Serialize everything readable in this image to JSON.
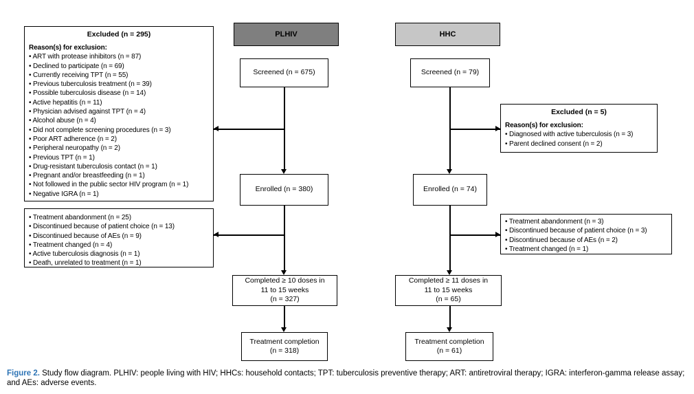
{
  "figure": {
    "columns": {
      "plhiv": {
        "header": "PLHIV",
        "screened": "Screened (n = 675)",
        "enrolled": "Enrolled (n = 380)",
        "completed": [
          "Completed ≥ 10 doses in",
          "11 to 15 weeks",
          "(n = 327)"
        ],
        "completion": [
          "Treatment completion",
          "(n = 318)"
        ]
      },
      "hhc": {
        "header": "HHC",
        "screened": "Screened (n = 79)",
        "enrolled": "Enrolled (n = 74)",
        "completed": [
          "Completed ≥ 11 doses in",
          "11 to 15 weeks",
          "(n = 65)"
        ],
        "completion": [
          "Treatment completion",
          "(n = 61)"
        ]
      }
    },
    "excluded_plhiv": {
      "title": "Excluded (n = 295)",
      "subtitle": "Reason(s) for exclusion:",
      "reasons": [
        "ART with protease inhibitors (n = 87)",
        "Declined to participate (n = 69)",
        "Currently receiving TPT (n = 55)",
        "Previous tuberculosis treatment (n = 39)",
        "Possible tuberculosis disease (n = 14)",
        "Active hepatitis (n = 11)",
        "Physician advised against TPT (n = 4)",
        "Alcohol abuse (n = 4)",
        "Did not complete screening procedures (n = 3)",
        "Poor ART adherence (n = 2)",
        "Peripheral neuropathy (n = 2)",
        "Previous TPT (n = 1)",
        "Drug-resistant tuberculosis contact (n = 1)",
        "Pregnant and/or breastfeeding (n = 1)",
        "Not followed in the public sector HIV program (n = 1)",
        "Negative IGRA (n = 1)"
      ]
    },
    "excluded_hhc": {
      "title": "Excluded (n = 5)",
      "subtitle": "Reason(s) for exclusion:",
      "reasons": [
        "Diagnosed with active tuberculosis (n = 3)",
        "Parent declined consent (n = 2)"
      ]
    },
    "discontinued_plhiv": {
      "reasons": [
        "Treatment abandonment (n = 25)",
        "Discontinued because of patient choice (n = 13)",
        "Discontinued because of AEs (n = 9)",
        "Treatment changed (n = 4)",
        "Active tuberculosis diagnosis (n = 1)",
        "Death, unrelated to treatment (n = 1)"
      ]
    },
    "discontinued_hhc": {
      "reasons": [
        "Treatment abandonment (n = 3)",
        "Discontinued because of patient choice (n = 3)",
        "Discontinued because of AEs (n = 2)",
        "Treatment changed (n = 1)"
      ]
    },
    "caption": {
      "label": "Figure 2.",
      "text": "Study flow diagram. PLHIV: people living with HIV; HHCs: household contacts; TPT: tuberculosis preventive therapy; ART: antiretroviral therapy; IGRA: interferon-gamma release assay; and AEs: adverse events."
    },
    "colors": {
      "plhiv_header_bg": "#7f7f7f",
      "hhc_header_bg": "#c6c6c6",
      "caption_label_color": "#2e74b5",
      "line_color": "#000000"
    }
  }
}
